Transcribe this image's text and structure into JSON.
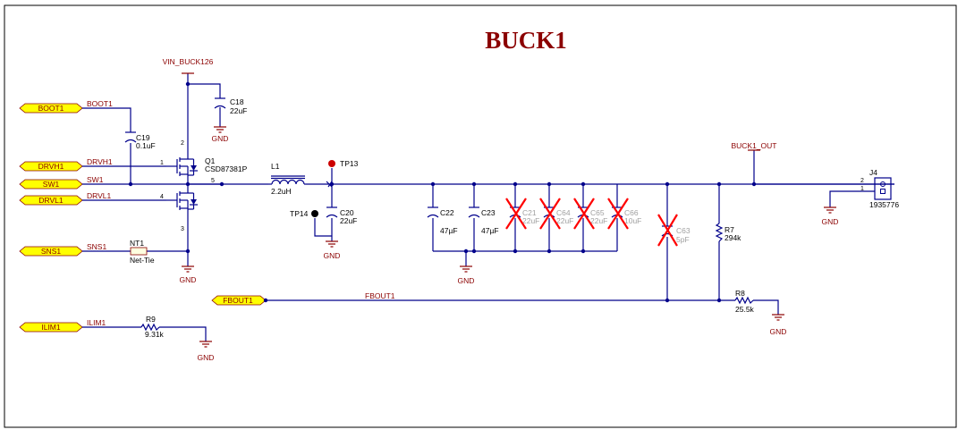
{
  "title": "BUCK1",
  "ports": {
    "boot": "BOOT1",
    "drvh": "DRVH1",
    "sw": "SW1",
    "drvl": "DRVL1",
    "sns": "SNS1",
    "ilim": "ILIM1",
    "fbout": "FBOUT1"
  },
  "nets": {
    "boot": "BOOT1",
    "drvh": "DRVH1",
    "sw": "SW1",
    "drvl": "DRVL1",
    "sns": "SNS1",
    "ilim": "ILIM1",
    "fbout": "FBOUT1",
    "vin": "VIN_BUCK126",
    "out": "BUCK1_OUT"
  },
  "components": {
    "c18": {
      "ref": "C18",
      "value": "22uF"
    },
    "c19": {
      "ref": "C19",
      "value": "0.1uF"
    },
    "q1": {
      "ref": "Q1",
      "value": "CSD87381P"
    },
    "nt1": {
      "ref": "NT1",
      "value": "Net-Tie"
    },
    "l1": {
      "ref": "L1",
      "value": "2.2uH"
    },
    "tp13": {
      "ref": "TP13"
    },
    "tp14": {
      "ref": "TP14"
    },
    "c20": {
      "ref": "C20",
      "value": "22uF"
    },
    "c22": {
      "ref": "C22",
      "value": "47µF"
    },
    "c23": {
      "ref": "C23",
      "value": "47µF"
    },
    "c21": {
      "ref": "C21",
      "value": "22uF"
    },
    "c64": {
      "ref": "C64",
      "value": "22uF"
    },
    "c65": {
      "ref": "C65",
      "value": "22uF"
    },
    "c66": {
      "ref": "C66",
      "value": "10uF"
    },
    "c63": {
      "ref": "C63",
      "value": "5pF"
    },
    "r7": {
      "ref": "R7",
      "value": "294k"
    },
    "r8": {
      "ref": "R8",
      "value": "25.5k"
    },
    "r9": {
      "ref": "R9",
      "value": "9.31k"
    },
    "j4": {
      "ref": "J4",
      "value": "1935776"
    }
  },
  "pins": {
    "q1_2": "2",
    "q1_1": "1",
    "q1_5": "5",
    "q1_4": "4",
    "q1_3": "3",
    "j4_2": "2",
    "j4_1": "1"
  },
  "gnd_label": "GND",
  "colors": {
    "wire": "#00008b",
    "label": "#8b0000",
    "port_fill": "#ffff00",
    "dnp_mark": "#ff0000",
    "testpoint": "#cc0000"
  }
}
